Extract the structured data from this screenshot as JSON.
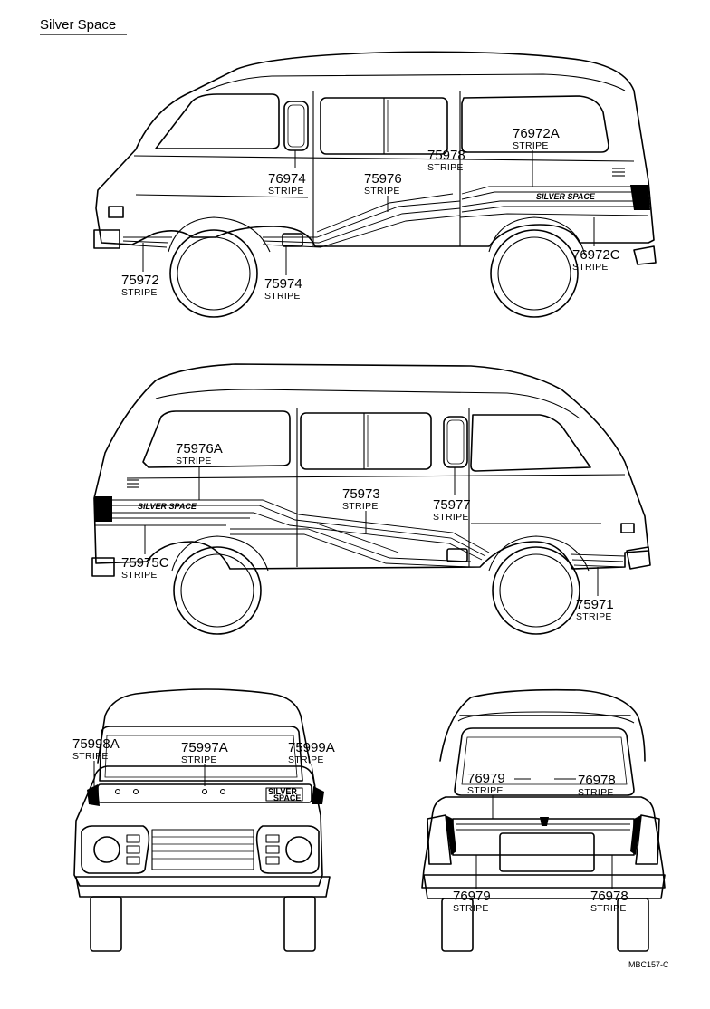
{
  "header": {
    "title": "Silver Space"
  },
  "footer": {
    "code": "MBC157-C"
  },
  "badges": {
    "side_text": "SILVER SPACE",
    "rear_line1": "SILVER",
    "rear_line2": "SPACE"
  },
  "callouts": {
    "c_76972A": {
      "part": "76972A",
      "label": "STRIPE"
    },
    "c_75978": {
      "part": "75978",
      "label": "STRIPE"
    },
    "c_76974": {
      "part": "76974",
      "label": "STRIPE"
    },
    "c_75976": {
      "part": "75976",
      "label": "STRIPE"
    },
    "c_75972": {
      "part": "75972",
      "label": "STRIPE"
    },
    "c_75974": {
      "part": "75974",
      "label": "STRIPE"
    },
    "c_76972C": {
      "part": "76972C",
      "label": "STRIPE"
    },
    "c_75976A": {
      "part": "75976A",
      "label": "STRIPE"
    },
    "c_75973": {
      "part": "75973",
      "label": "STRIPE"
    },
    "c_75977": {
      "part": "75977",
      "label": "STRIPE"
    },
    "c_75975C": {
      "part": "75975C",
      "label": "STRIPE"
    },
    "c_75971": {
      "part": "75971",
      "label": "STRIPE"
    },
    "c_75998A": {
      "part": "75998A",
      "label": "STRIPE"
    },
    "c_75997A": {
      "part": "75997A",
      "label": "STRIPE"
    },
    "c_75999A": {
      "part": "75999A",
      "label": "STRIPE"
    },
    "c_76979t": {
      "part": "76979",
      "label": "STRIPE"
    },
    "c_76978t": {
      "part": "76978",
      "label": "STRIPE"
    },
    "c_76979b": {
      "part": "76979",
      "label": "STRIPE"
    },
    "c_76978b": {
      "part": "76978",
      "label": "STRIPE"
    }
  }
}
